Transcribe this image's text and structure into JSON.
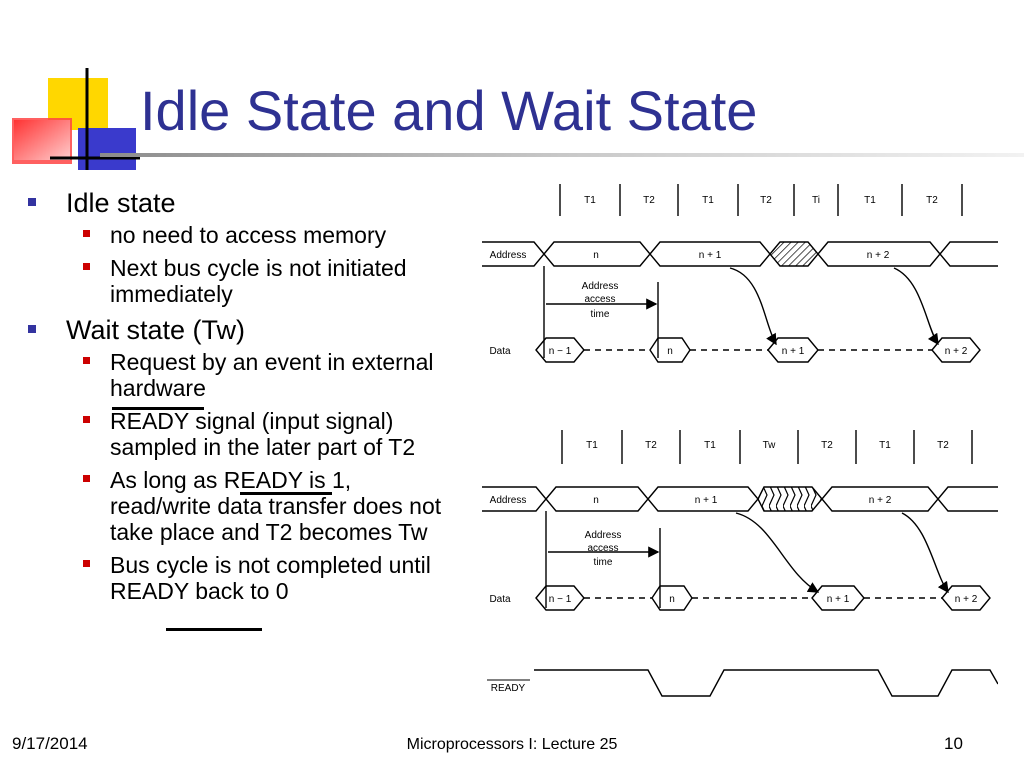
{
  "slide": {
    "title": "Idle State and Wait State",
    "bullets": [
      {
        "text": "Idle state",
        "sub": [
          "no need to access memory",
          "Next bus cycle is not initiated immediately"
        ]
      },
      {
        "text": "Wait state (Tw)",
        "sub": [
          "Request by an event in external hardware",
          "READY signal (input signal) sampled in the later part of T2",
          "As long as READY is 1, read/write data transfer does not take place and T2 becomes Tw",
          "Bus cycle is not completed until READY back to 0"
        ]
      }
    ]
  },
  "diagram_top": {
    "states": [
      "T1",
      "T2",
      "T1",
      "T2",
      "Ti",
      "T1",
      "T2"
    ],
    "signals": [
      "Address",
      "Data"
    ],
    "address_values": [
      "n",
      "n + 1",
      "n + 2"
    ],
    "data_values": [
      "n − 1",
      "n",
      "n + 1",
      "n + 2"
    ],
    "access_label": [
      "Address",
      "access",
      "time"
    ]
  },
  "diagram_bottom": {
    "states": [
      "T1",
      "T2",
      "T1",
      "Tw",
      "T2",
      "T1",
      "T2"
    ],
    "signals": [
      "Address",
      "Data",
      "READY"
    ],
    "address_values": [
      "n",
      "n + 1",
      "n + 2"
    ],
    "data_values": [
      "n − 1",
      "n",
      "n + 1",
      "n + 2"
    ],
    "access_label": [
      "Address",
      "access",
      "time"
    ]
  },
  "footer": {
    "date": "9/17/2014",
    "title": "Microprocessors I: Lecture 25",
    "page": "10"
  },
  "colors": {
    "title": "#2e3192",
    "bullet_l1": "#3333a0",
    "bullet_l2": "#cc0000"
  }
}
